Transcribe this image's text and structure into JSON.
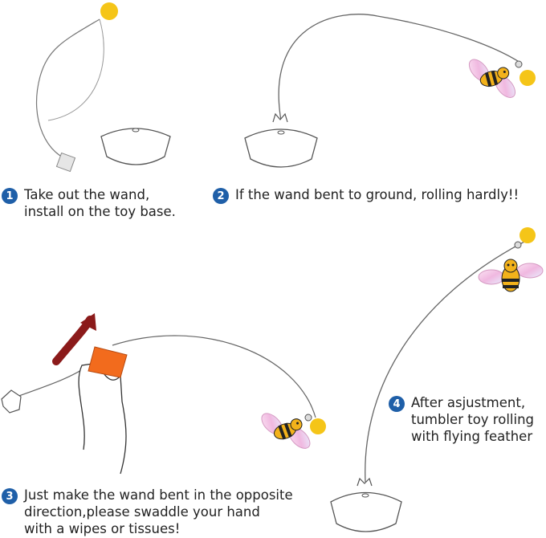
{
  "steps": [
    {
      "number": "1",
      "lines": [
        "Take out the wand,",
        "install on the toy base."
      ]
    },
    {
      "number": "2",
      "lines": [
        "If the wand bent to ground, rolling hardly!!"
      ]
    },
    {
      "number": "3",
      "lines": [
        "Just make the wand bent in the opposite",
        "direction,please swaddle your hand",
        "with a wipes or tissues!"
      ]
    },
    {
      "number": "4",
      "lines": [
        "After asjustment,",
        "tumbler toy rolling",
        "with flying feather"
      ]
    }
  ],
  "colors": {
    "badge": "#1f5fa8",
    "ball": "#f5c518",
    "arrow": "#8b1a1a",
    "tissue": "#f26b1d",
    "bee_body": "#f3b21b",
    "wing": "#f4c6e6"
  }
}
